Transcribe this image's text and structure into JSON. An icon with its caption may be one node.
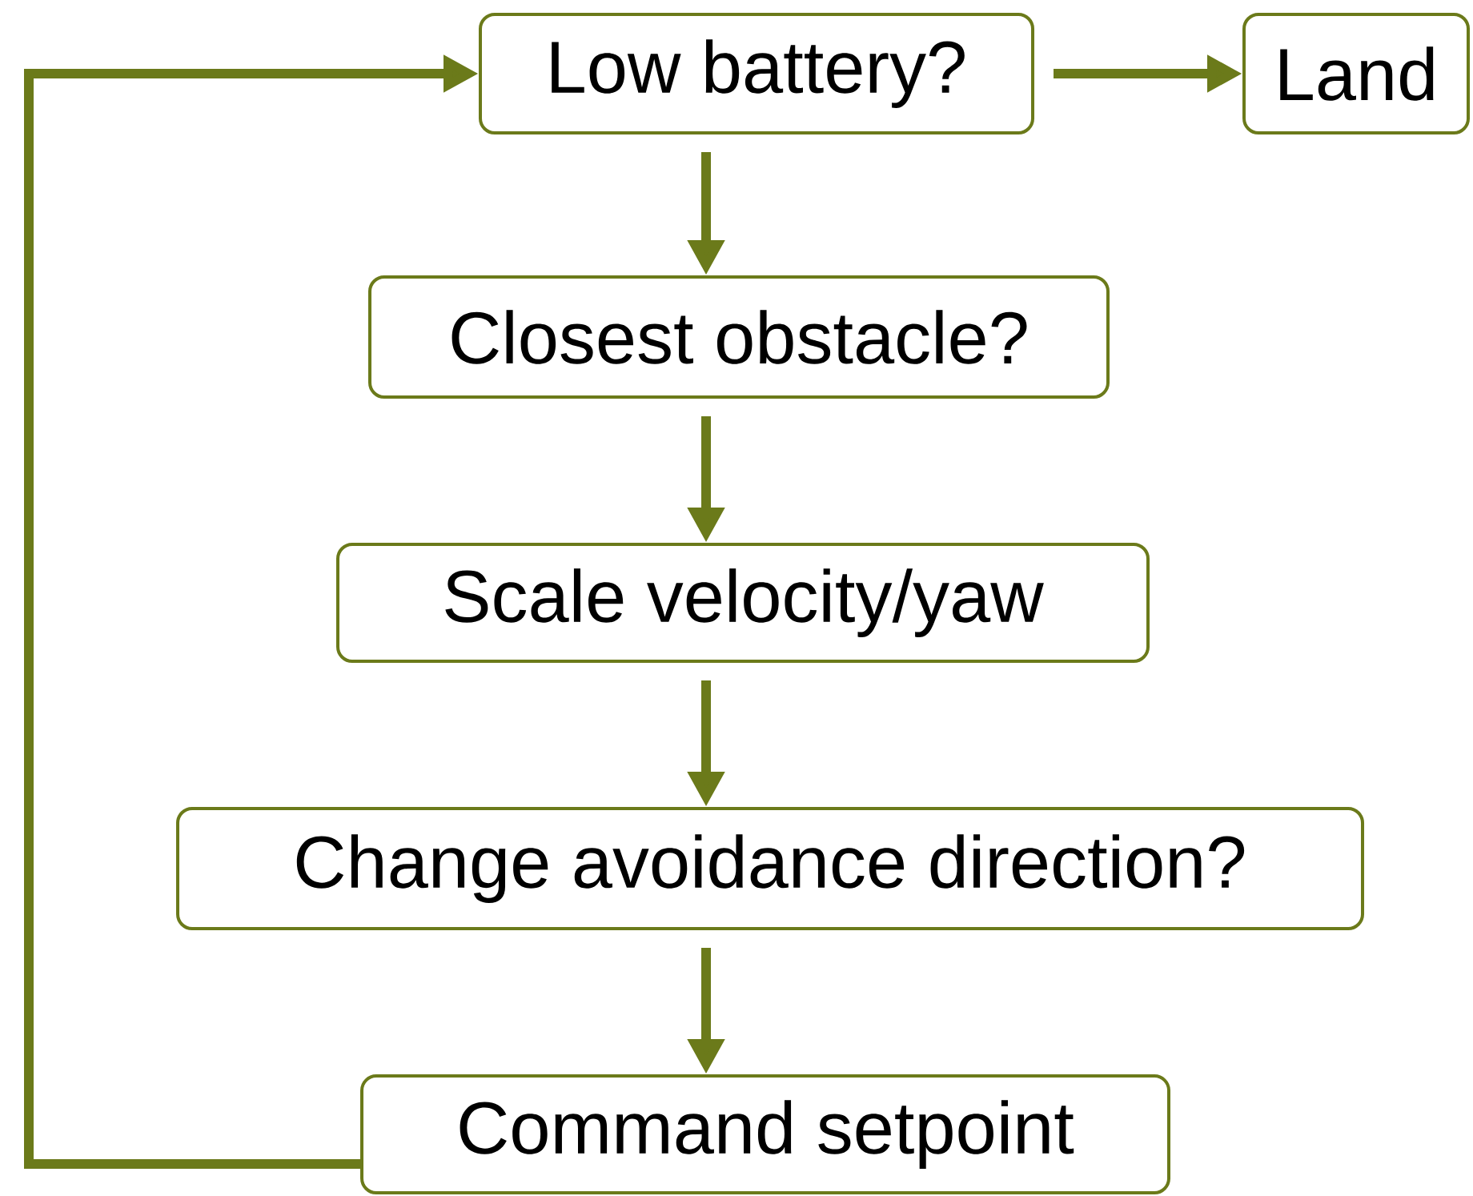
{
  "diagram": {
    "nodes": [
      {
        "text": [
          "Low battery?"
        ]
      },
      {
        "text": [
          "Land"
        ]
      },
      {
        "text": [
          "Closest obstacle?"
        ]
      },
      {
        "text": [
          "Scale velocity/yaw"
        ]
      },
      {
        "text": [
          "Change avoidance direction?"
        ]
      },
      {
        "text": [
          "Command setpoint"
        ]
      }
    ],
    "edges": [
      {
        "from": 0,
        "to": 1,
        "arrow": "to"
      },
      {
        "from": 0,
        "to": 2,
        "arrow": "to"
      },
      {
        "from": 2,
        "to": 3,
        "arrow": "to"
      },
      {
        "from": 3,
        "to": 4,
        "arrow": "to"
      },
      {
        "from": 4,
        "to": 5,
        "arrow": "to"
      },
      {
        "from": 5,
        "to": 0,
        "arrow": "to"
      }
    ]
  }
}
